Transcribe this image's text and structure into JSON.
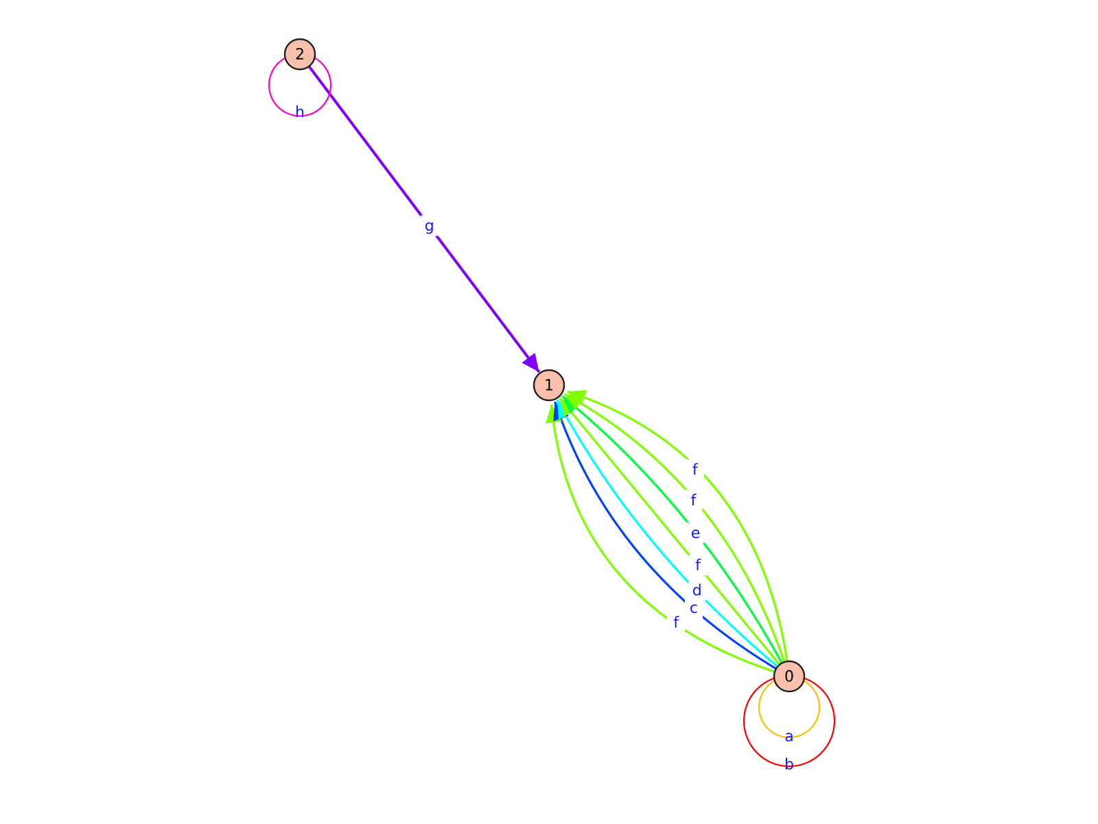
{
  "graph": {
    "nodes": [
      {
        "id": "0",
        "label": "0"
      },
      {
        "id": "1",
        "label": "1"
      },
      {
        "id": "2",
        "label": "2"
      }
    ],
    "edges": [
      {
        "from": "2",
        "to": "1",
        "label": "g",
        "color": "#8000ff"
      },
      {
        "from": "0",
        "to": "1",
        "label": "f",
        "color": "#80ff00"
      },
      {
        "from": "0",
        "to": "1",
        "label": "c",
        "color": "#0040ff"
      },
      {
        "from": "0",
        "to": "1",
        "label": "d",
        "color": "#00ffff"
      },
      {
        "from": "0",
        "to": "1",
        "label": "f",
        "color": "#80ff00"
      },
      {
        "from": "0",
        "to": "1",
        "label": "e",
        "color": "#00ff40"
      },
      {
        "from": "0",
        "to": "1",
        "label": "f",
        "color": "#80ff00"
      },
      {
        "from": "0",
        "to": "1",
        "label": "f",
        "color": "#80ff00"
      }
    ],
    "loops": [
      {
        "node": "2",
        "label": "h",
        "color": "#ff00cc"
      },
      {
        "node": "0",
        "label": "a",
        "color": "#ffbf00"
      },
      {
        "node": "0",
        "label": "b",
        "color": "#ff0000"
      }
    ],
    "colors": {
      "node_fill": "#fbc0ab",
      "node_stroke": "#222222",
      "label_text": "#1a1aff"
    }
  }
}
